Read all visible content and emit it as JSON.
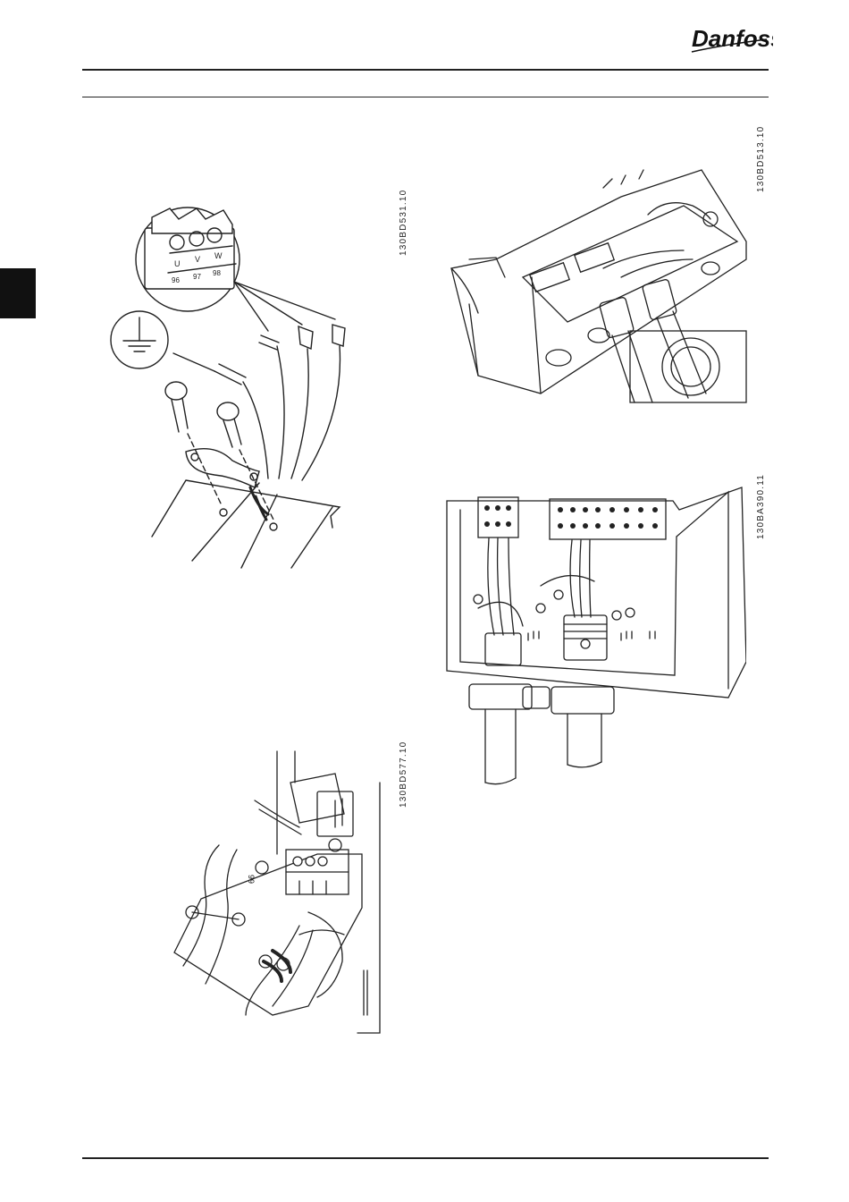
{
  "header": {
    "brand": "Danfoss"
  },
  "figures": [
    {
      "code": "130BD531.10",
      "terminals": [
        "U",
        "V",
        "W"
      ],
      "terminal_numbers": [
        "96",
        "97",
        "98"
      ]
    },
    {
      "code": "130BD513.10"
    },
    {
      "code": "130BA390.11"
    },
    {
      "code": "130BD577.10",
      "terminal_number": "99"
    }
  ]
}
